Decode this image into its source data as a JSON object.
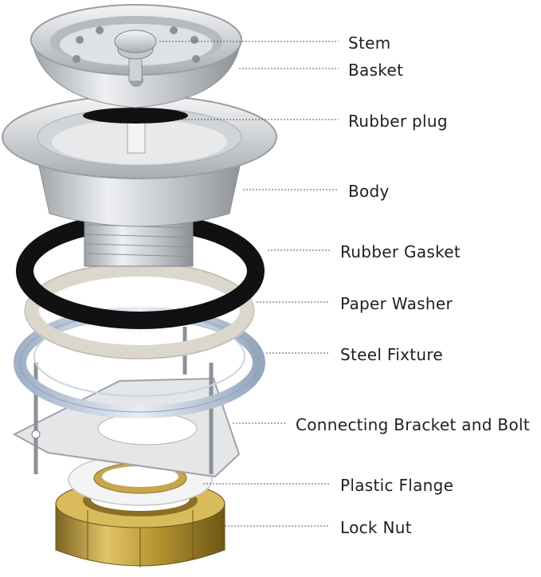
{
  "labels": {
    "stem": "Stem",
    "basket": "Basket",
    "rubber_plug": "Rubber plug",
    "body": "Body",
    "rubber_gasket": "Rubber Gasket",
    "paper_washer": "Paper Washer",
    "steel_fixture": "Steel Fixture",
    "bracket": "Connecting Bracket and Bolt",
    "plastic_flange": "Plastic Flange",
    "lock_nut": "Lock Nut"
  },
  "colors": {
    "steel": "#c9ccd0",
    "gasket": "#111111",
    "paper": "#ddd9d0",
    "fixture": "#b9c6d6",
    "flange": "#f2f2f2",
    "brass": "#b89a3c",
    "leader": "#555555"
  }
}
